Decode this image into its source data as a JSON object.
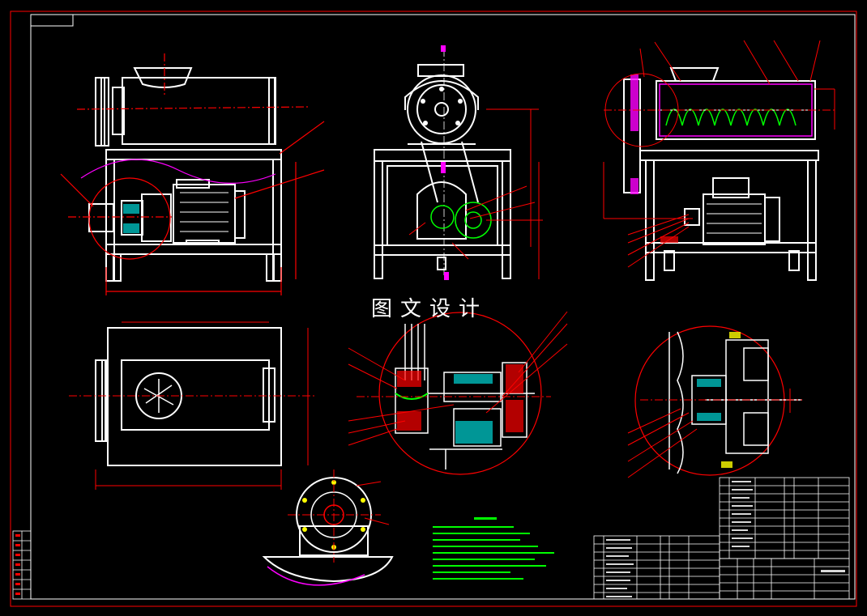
{
  "drawing": {
    "watermark_text": "图文设计",
    "colors": {
      "background": "#000000",
      "border": "#ff0000",
      "line": "#ffffff",
      "dimension": "#ff0000",
      "callout": "#ff0000",
      "hatch": "#00c8c8",
      "spring": "#00ff00",
      "curve": "#ff00ff",
      "notes": "#00ff00",
      "table_line": "#ffffff"
    },
    "views": [
      "front-view",
      "side-view",
      "section-view",
      "top-view",
      "detail-view-1",
      "detail-view-2",
      "flange-view"
    ]
  }
}
